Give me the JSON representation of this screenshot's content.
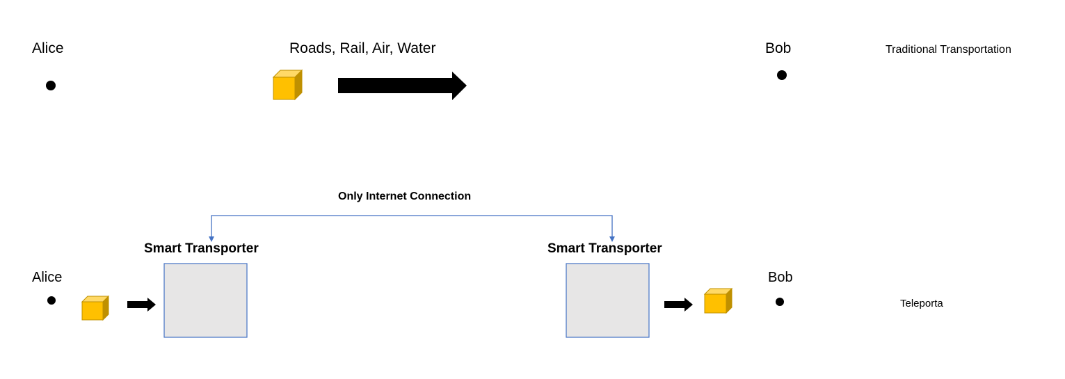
{
  "traditional": {
    "sender": "Alice",
    "receiver": "Bob",
    "route_label": "Roads, Rail, Air, Water",
    "caption": "Traditional Transportation"
  },
  "teleport": {
    "sender": "Alice",
    "receiver": "Bob",
    "connection_label": "Only Internet Connection",
    "transporter_left": "Smart Transporter",
    "transporter_right": "Smart Transporter",
    "caption": "Teleporta"
  },
  "colors": {
    "cube_front": "#ffc000",
    "cube_top": "#ffd966",
    "cube_side": "#bf9000",
    "transporter_fill": "#e7e6e6",
    "transporter_border": "#4472c4",
    "connector": "#4472c4",
    "arrow": "#000000"
  }
}
